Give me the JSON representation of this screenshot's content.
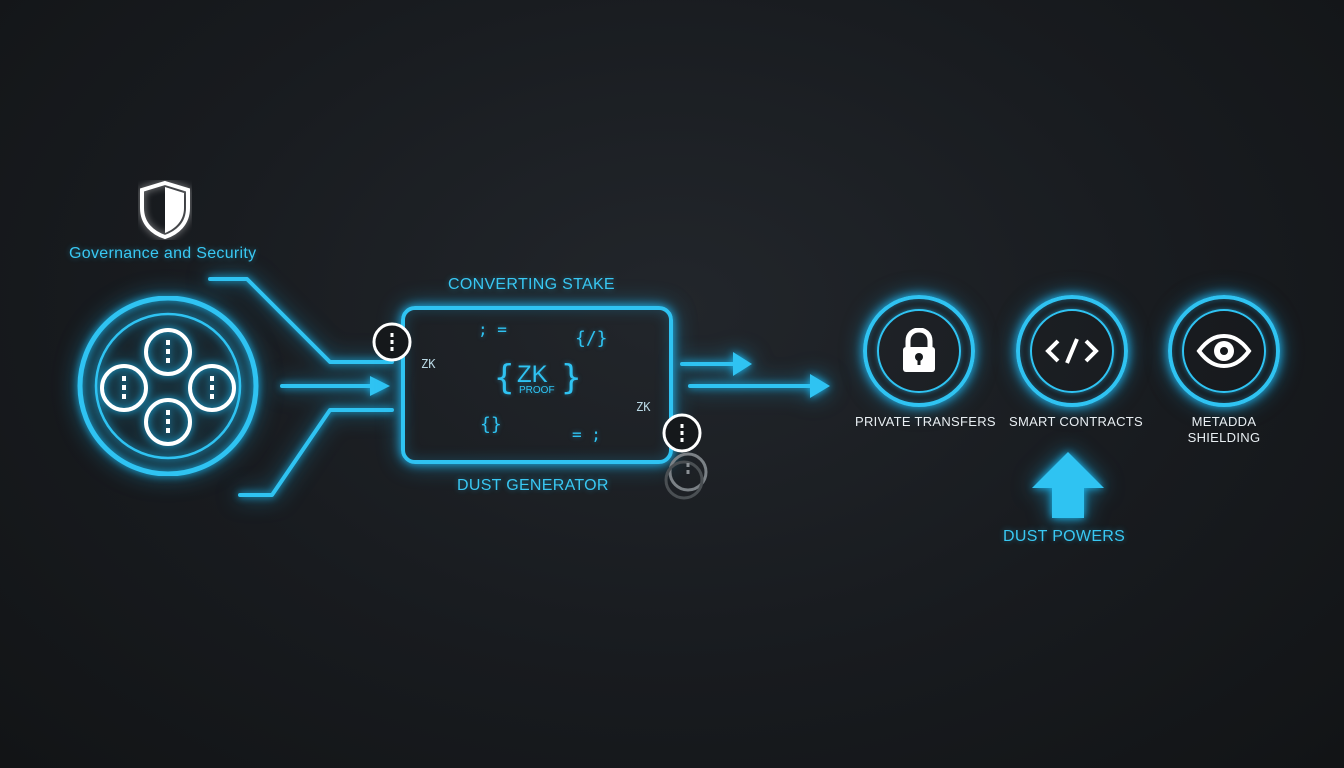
{
  "governance": {
    "title": "Governance and Security",
    "icon": "shield-icon"
  },
  "stake_node": {
    "icon": "token-cluster-icon"
  },
  "generator": {
    "top_label": "CONVERTING STAKE",
    "bottom_label": "DUST GENERATOR",
    "zk_main": "ZK",
    "zk_sub": "PROOF",
    "zk_small_left": "ZK",
    "zk_small_right": "ZK",
    "glyph_top_left": "; =",
    "glyph_top_right": "{/}",
    "glyph_bottom_left": "{}",
    "glyph_bottom_right": "= ;",
    "brace_left": "{",
    "brace_right": "}"
  },
  "features": [
    {
      "label": "PRIVATE TRANSFERS",
      "icon": "lock-icon"
    },
    {
      "label": "SMART CONTRACTS",
      "icon": "code-icon"
    },
    {
      "label_line1": "METADDA",
      "label_line2": "SHIELDING",
      "icon": "eye-icon"
    }
  ],
  "dust_powers": {
    "label": "DUST POWERS",
    "icon": "up-arrow-icon"
  },
  "colors": {
    "accent": "#2fc3f2",
    "background": "#181b1f",
    "text_light": "#e8eef2"
  }
}
